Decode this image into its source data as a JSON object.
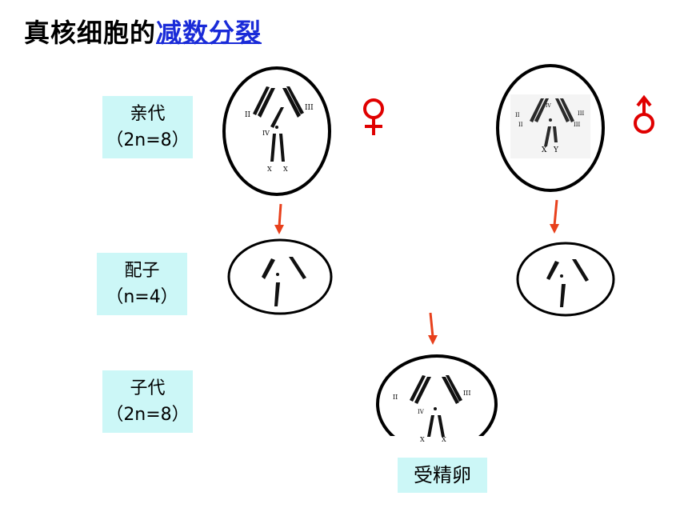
{
  "title": {
    "prefix": "真核细胞的",
    "link": "减数分裂"
  },
  "labels": {
    "parent": {
      "line1": "亲代",
      "line2": "（2n=8）"
    },
    "gamete": {
      "line1": "配子",
      "line2": "（n=4）"
    },
    "offspring": {
      "line1": "子代",
      "line2": "（2n=8）"
    }
  },
  "symbols": {
    "female": "female-symbol",
    "male": "male-symbol"
  },
  "cells": {
    "female_parent": {
      "roman": [
        "II",
        "III",
        "IV"
      ],
      "sex": [
        "X",
        "X"
      ]
    },
    "male_parent": {
      "roman": [
        "II",
        "II",
        "IV",
        "III",
        "III"
      ],
      "sex": [
        "X",
        "Y"
      ]
    },
    "zygote": {
      "roman": [
        "II",
        "III",
        "IV"
      ],
      "sex": [
        "X",
        "X"
      ]
    }
  },
  "zygote_label": "受精卵",
  "colors": {
    "arrow": "#e8401c",
    "symbol": "#e00000",
    "label_bg": "#ccf7f7",
    "link": "#1a2bd8"
  }
}
